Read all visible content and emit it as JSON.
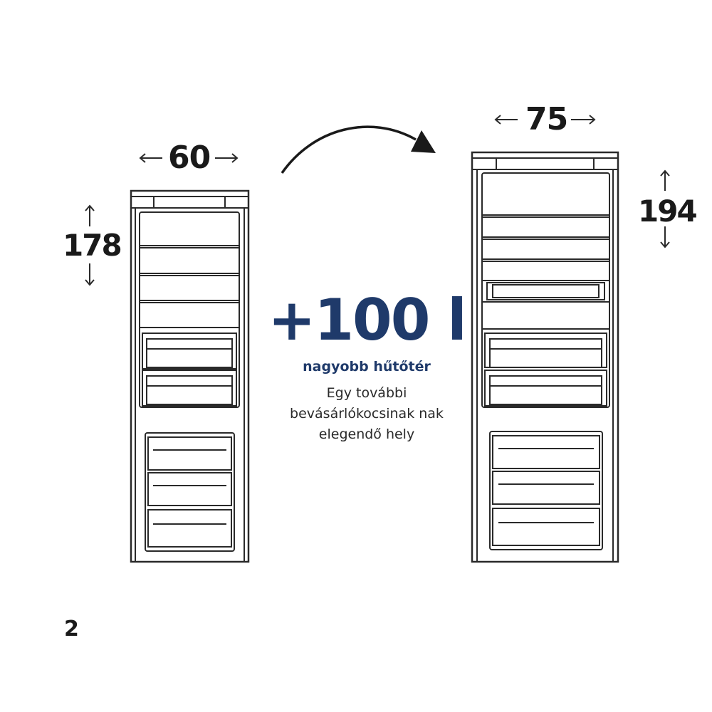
{
  "dimensions": {
    "left_fridge": {
      "width": "60",
      "height": "178"
    },
    "right_fridge": {
      "width": "75",
      "height": "194"
    }
  },
  "headline": {
    "volume": "+100 l",
    "subtitle": "nagyobb hűtőtér",
    "description_lines": [
      "Egy további",
      "bevásárlókocsinak nak",
      "elegendő hely"
    ]
  },
  "page_number": "2",
  "colors": {
    "accent": "#1f3a6a",
    "line": "#2a2a2a"
  }
}
